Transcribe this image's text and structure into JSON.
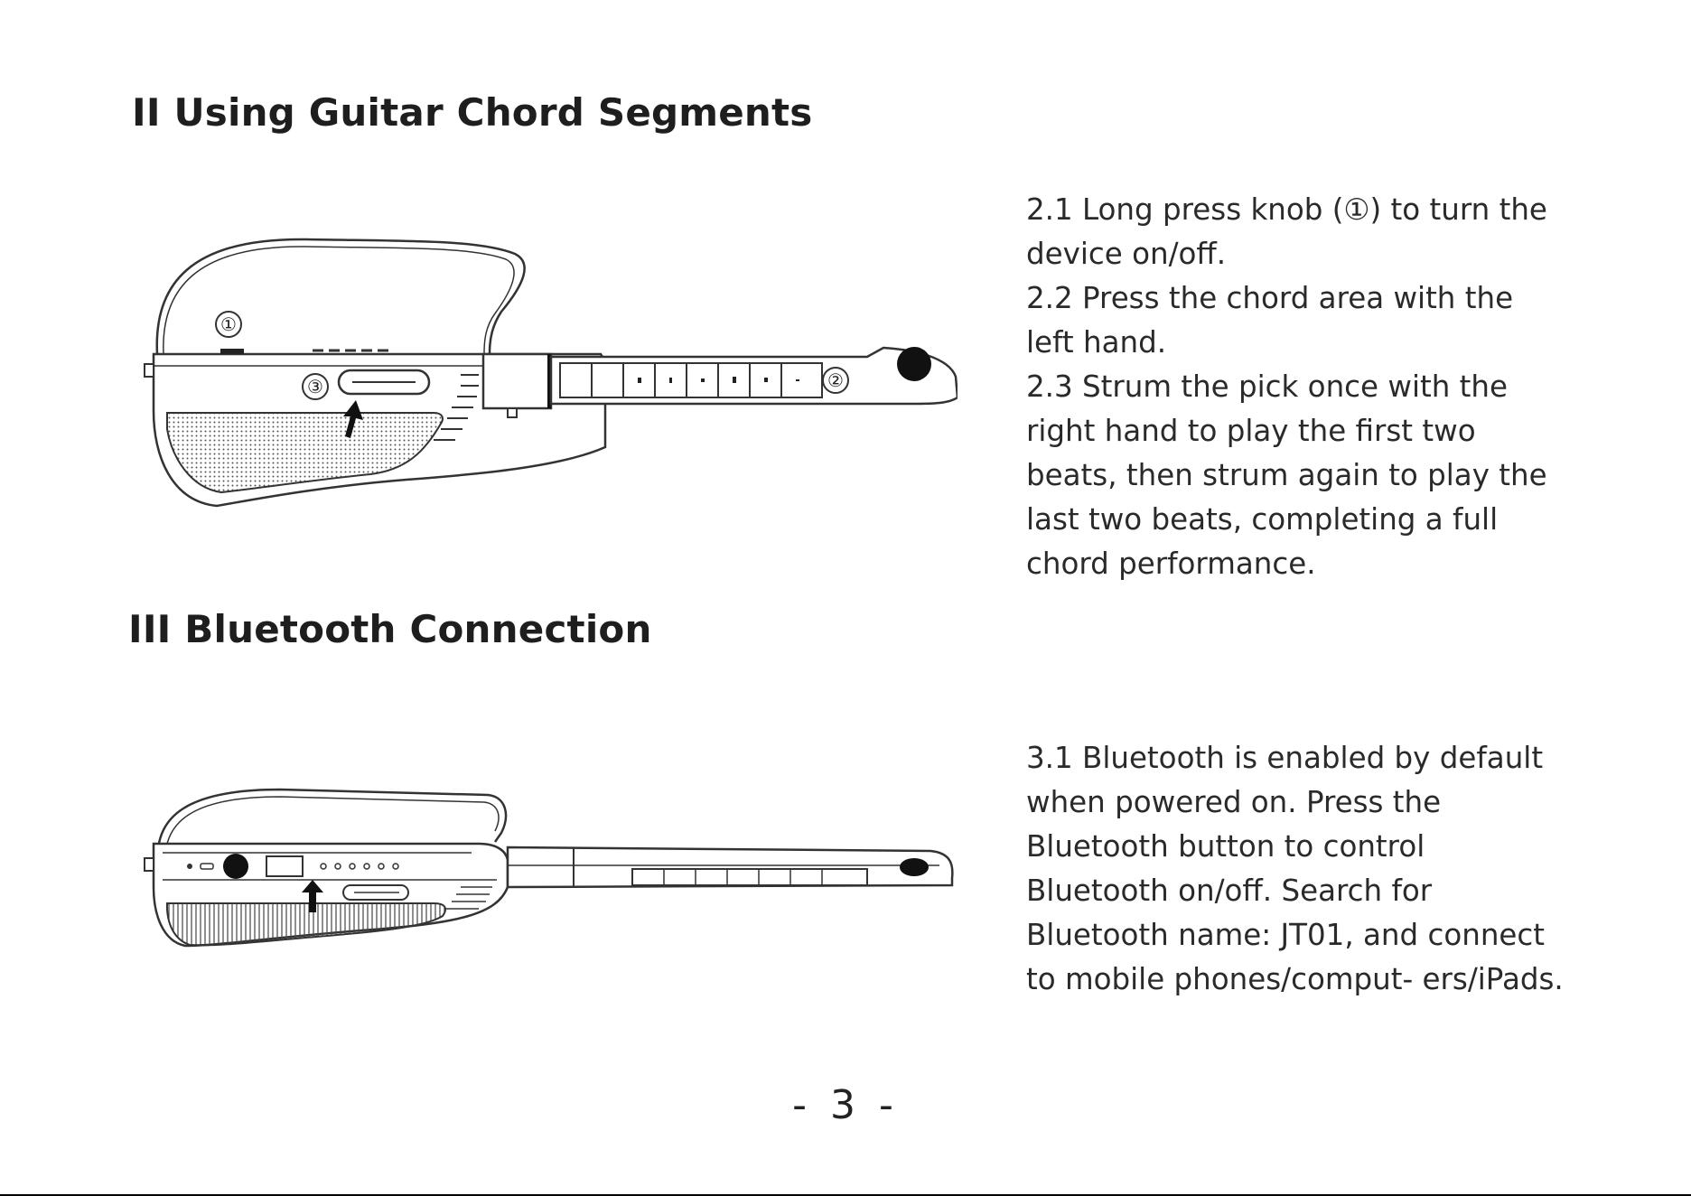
{
  "section2": {
    "heading": "II  Using Guitar Chord Segments",
    "steps": [
      "2.1 Long press knob (①) to turn the device on/off.",
      "2.2 Press the chord area with the left hand.",
      "2.3 Strum the pick once with the right hand to play the first two beats, then strum again to play the last two beats, completing a full chord performance."
    ],
    "callouts": [
      "①",
      "②",
      "③"
    ]
  },
  "section3": {
    "heading": "III Bluetooth Connection",
    "steps": [
      "3.1 Bluetooth is enabled by default when powered on. Press the Bluetooth button to control Bluetooth on/off. Search for Bluetooth name: JT01, and connect to mobile phones/comput- ers/iPads."
    ]
  },
  "page": {
    "number": "- 3 -"
  },
  "colors": {
    "text": "#222222",
    "line": "#333333",
    "background": "#ffffff"
  },
  "icons": [
    "guitar-side-view-illustration",
    "guitar-top-view-illustration",
    "arrow-up-icon"
  ]
}
